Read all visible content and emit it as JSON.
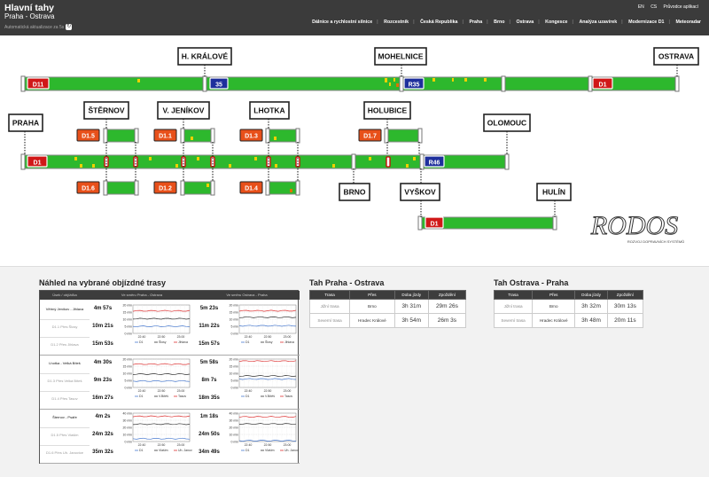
{
  "header": {
    "title": "Hlavní tahy",
    "subtitle": "Praha - Ostrava",
    "refresh_text": "Automatická aktualizace za 5s",
    "lang": [
      "EN",
      "CS"
    ],
    "guide": "Průvodce aplikací",
    "nav": [
      "Dálnice a rychlostní silnice",
      "Rozcestník",
      "Česká Republika",
      "Praha",
      "Brno",
      "Ostrava",
      "Kongesce",
      "Analýza uzavírek",
      "Modernizace D1",
      "Meteoradar"
    ]
  },
  "map": {
    "cities": {
      "hk": "H. KRÁLOVÉ",
      "mohelnice": "MOHELNICE",
      "ostrava": "OSTRAVA",
      "praha": "PRAHA",
      "sternov": "ŠTĚRNOV",
      "jenikov": "V. JENÍKOV",
      "lhotka": "LHOTKA",
      "holubice": "HOLUBICE",
      "olomouc": "OLOMOUC",
      "brno": "BRNO",
      "vyskov": "VYŠKOV",
      "hulin": "HULÍN"
    },
    "roads": {
      "d11": "D11",
      "r35": "35",
      "r35b": "R35",
      "d1top": "D1",
      "d1mid": "D1",
      "r46": "R46",
      "d1bot": "D1",
      "d15": "D1.5",
      "d11b": "D1.1",
      "d13": "D1.3",
      "d17": "D1.7",
      "d16": "D1.6",
      "d12": "D1.2",
      "d14": "D1.4"
    },
    "colors": {
      "free": "#2db82d",
      "slow": "#f0d000",
      "jam": "#e07000",
      "closed": "#cc0000"
    },
    "logo": "RODOS",
    "logo_sub": "ROZVOJ DOPRAVNÍCH SYSTÉMŮ"
  },
  "detours": {
    "title": "Náhled na vybrané objízdné trasy",
    "headers": [
      "Úsek / objížďka",
      "Ve směru Praha - Ostrava",
      "Ve směru Ostrava - Praha"
    ],
    "groups": [
      {
        "rows": [
          {
            "label": "Větrný Jeníkov - Jihlava",
            "main": true,
            "v1": "4m 57s",
            "v2": "5m 23s"
          },
          {
            "label": "D1.1 Přes Šlosy",
            "main": false,
            "v1": "10m 21s",
            "v2": "11m 22s"
          },
          {
            "label": "D1.2 Přes Jihlava",
            "main": false,
            "v1": "15m 53s",
            "v2": "15m 57s"
          }
        ],
        "ylabels": [
          "20 min",
          "15 min",
          "10 min",
          "5 min",
          "0 min"
        ],
        "xlabels": [
          "22:40",
          "22:50",
          "23:00"
        ],
        "legend": [
          "D1",
          "Šlosy",
          "Jihlava"
        ]
      },
      {
        "rows": [
          {
            "label": "Lhotka - Velká Bíteš",
            "main": true,
            "v1": "4m 30s",
            "v2": "5m 58s"
          },
          {
            "label": "D1.3 Přes Velká Bíteš",
            "main": false,
            "v1": "9m 23s",
            "v2": "8m 7s"
          },
          {
            "label": "D1.4 Přes Tasov",
            "main": false,
            "v1": "16m 27s",
            "v2": "18m 35s"
          }
        ],
        "ylabels": [
          "20 min",
          "15 min",
          "10 min",
          "5 min",
          "0 min"
        ],
        "xlabels": [
          "22:40",
          "22:50",
          "23:00"
        ],
        "legend": [
          "D1",
          "V.Bítěš",
          "Tasov"
        ]
      },
      {
        "rows": [
          {
            "label": "Šternov - Psáře",
            "main": true,
            "v1": "4m 2s",
            "v2": "1m 18s"
          },
          {
            "label": "D1.5 Přes Vlašim",
            "main": false,
            "v1": "24m 32s",
            "v2": "24m 50s"
          },
          {
            "label": "D1.6 Přes Uh. Janovice",
            "main": false,
            "v1": "35m 32s",
            "v2": "34m 49s"
          }
        ],
        "ylabels": [
          "40 min",
          "30 min",
          "20 min",
          "10 min",
          "0 min"
        ],
        "xlabels": [
          "22:40",
          "22:50",
          "23:00"
        ],
        "legend": [
          "D1",
          "Vlašim",
          "Uh. Janovice"
        ]
      }
    ]
  },
  "praha_ostrava": {
    "title": "Tah Praha - Ostrava",
    "headers": [
      "Trasa",
      "Přes",
      "Doba jízdy",
      "Zpoždění"
    ],
    "rows": [
      [
        "Jižní trasa",
        "Brno",
        "3h 31m",
        "29m 26s"
      ],
      [
        "Severní trasa",
        "Hradec Králové",
        "3h 54m",
        "26m 3s"
      ]
    ]
  },
  "ostrava_praha": {
    "title": "Tah Ostrava - Praha",
    "headers": [
      "Trasa",
      "Přes",
      "Doba jízdy",
      "Zpoždění"
    ],
    "rows": [
      [
        "Jižní trasa",
        "Brno",
        "3h 32m",
        "30m 13s"
      ],
      [
        "Severní trasa",
        "Hradec Králové",
        "3h 48m",
        "20m 11s"
      ]
    ]
  }
}
